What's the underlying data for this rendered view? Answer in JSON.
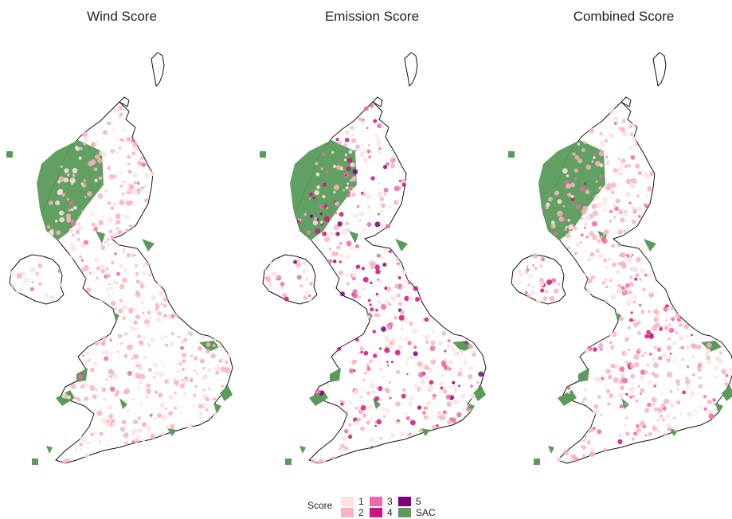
{
  "panels": [
    {
      "title": "Wind Score",
      "key": "wind"
    },
    {
      "title": "Emission Score",
      "key": "emission"
    },
    {
      "title": "Combined Score",
      "key": "combined"
    }
  ],
  "legend": {
    "title": "Score",
    "items": [
      {
        "label": "1",
        "color": "#fde3df"
      },
      {
        "label": "2",
        "color": "#f7b3bf"
      },
      {
        "label": "3",
        "color": "#ee6aa5"
      },
      {
        "label": "4",
        "color": "#d2127f"
      },
      {
        "label": "5",
        "color": "#7a0177"
      },
      {
        "label": "SAC",
        "color": "#5a9a5a"
      }
    ]
  },
  "colors": {
    "coastline": "#111111",
    "land": "#ffffff",
    "sac": "#5a9a5a"
  },
  "score_mix": {
    "wind": [
      0.45,
      0.5,
      0.05,
      0.0,
      0.0
    ],
    "emission": [
      0.4,
      0.25,
      0.15,
      0.15,
      0.05
    ],
    "combined": [
      0.3,
      0.5,
      0.15,
      0.05,
      0.0
    ]
  }
}
